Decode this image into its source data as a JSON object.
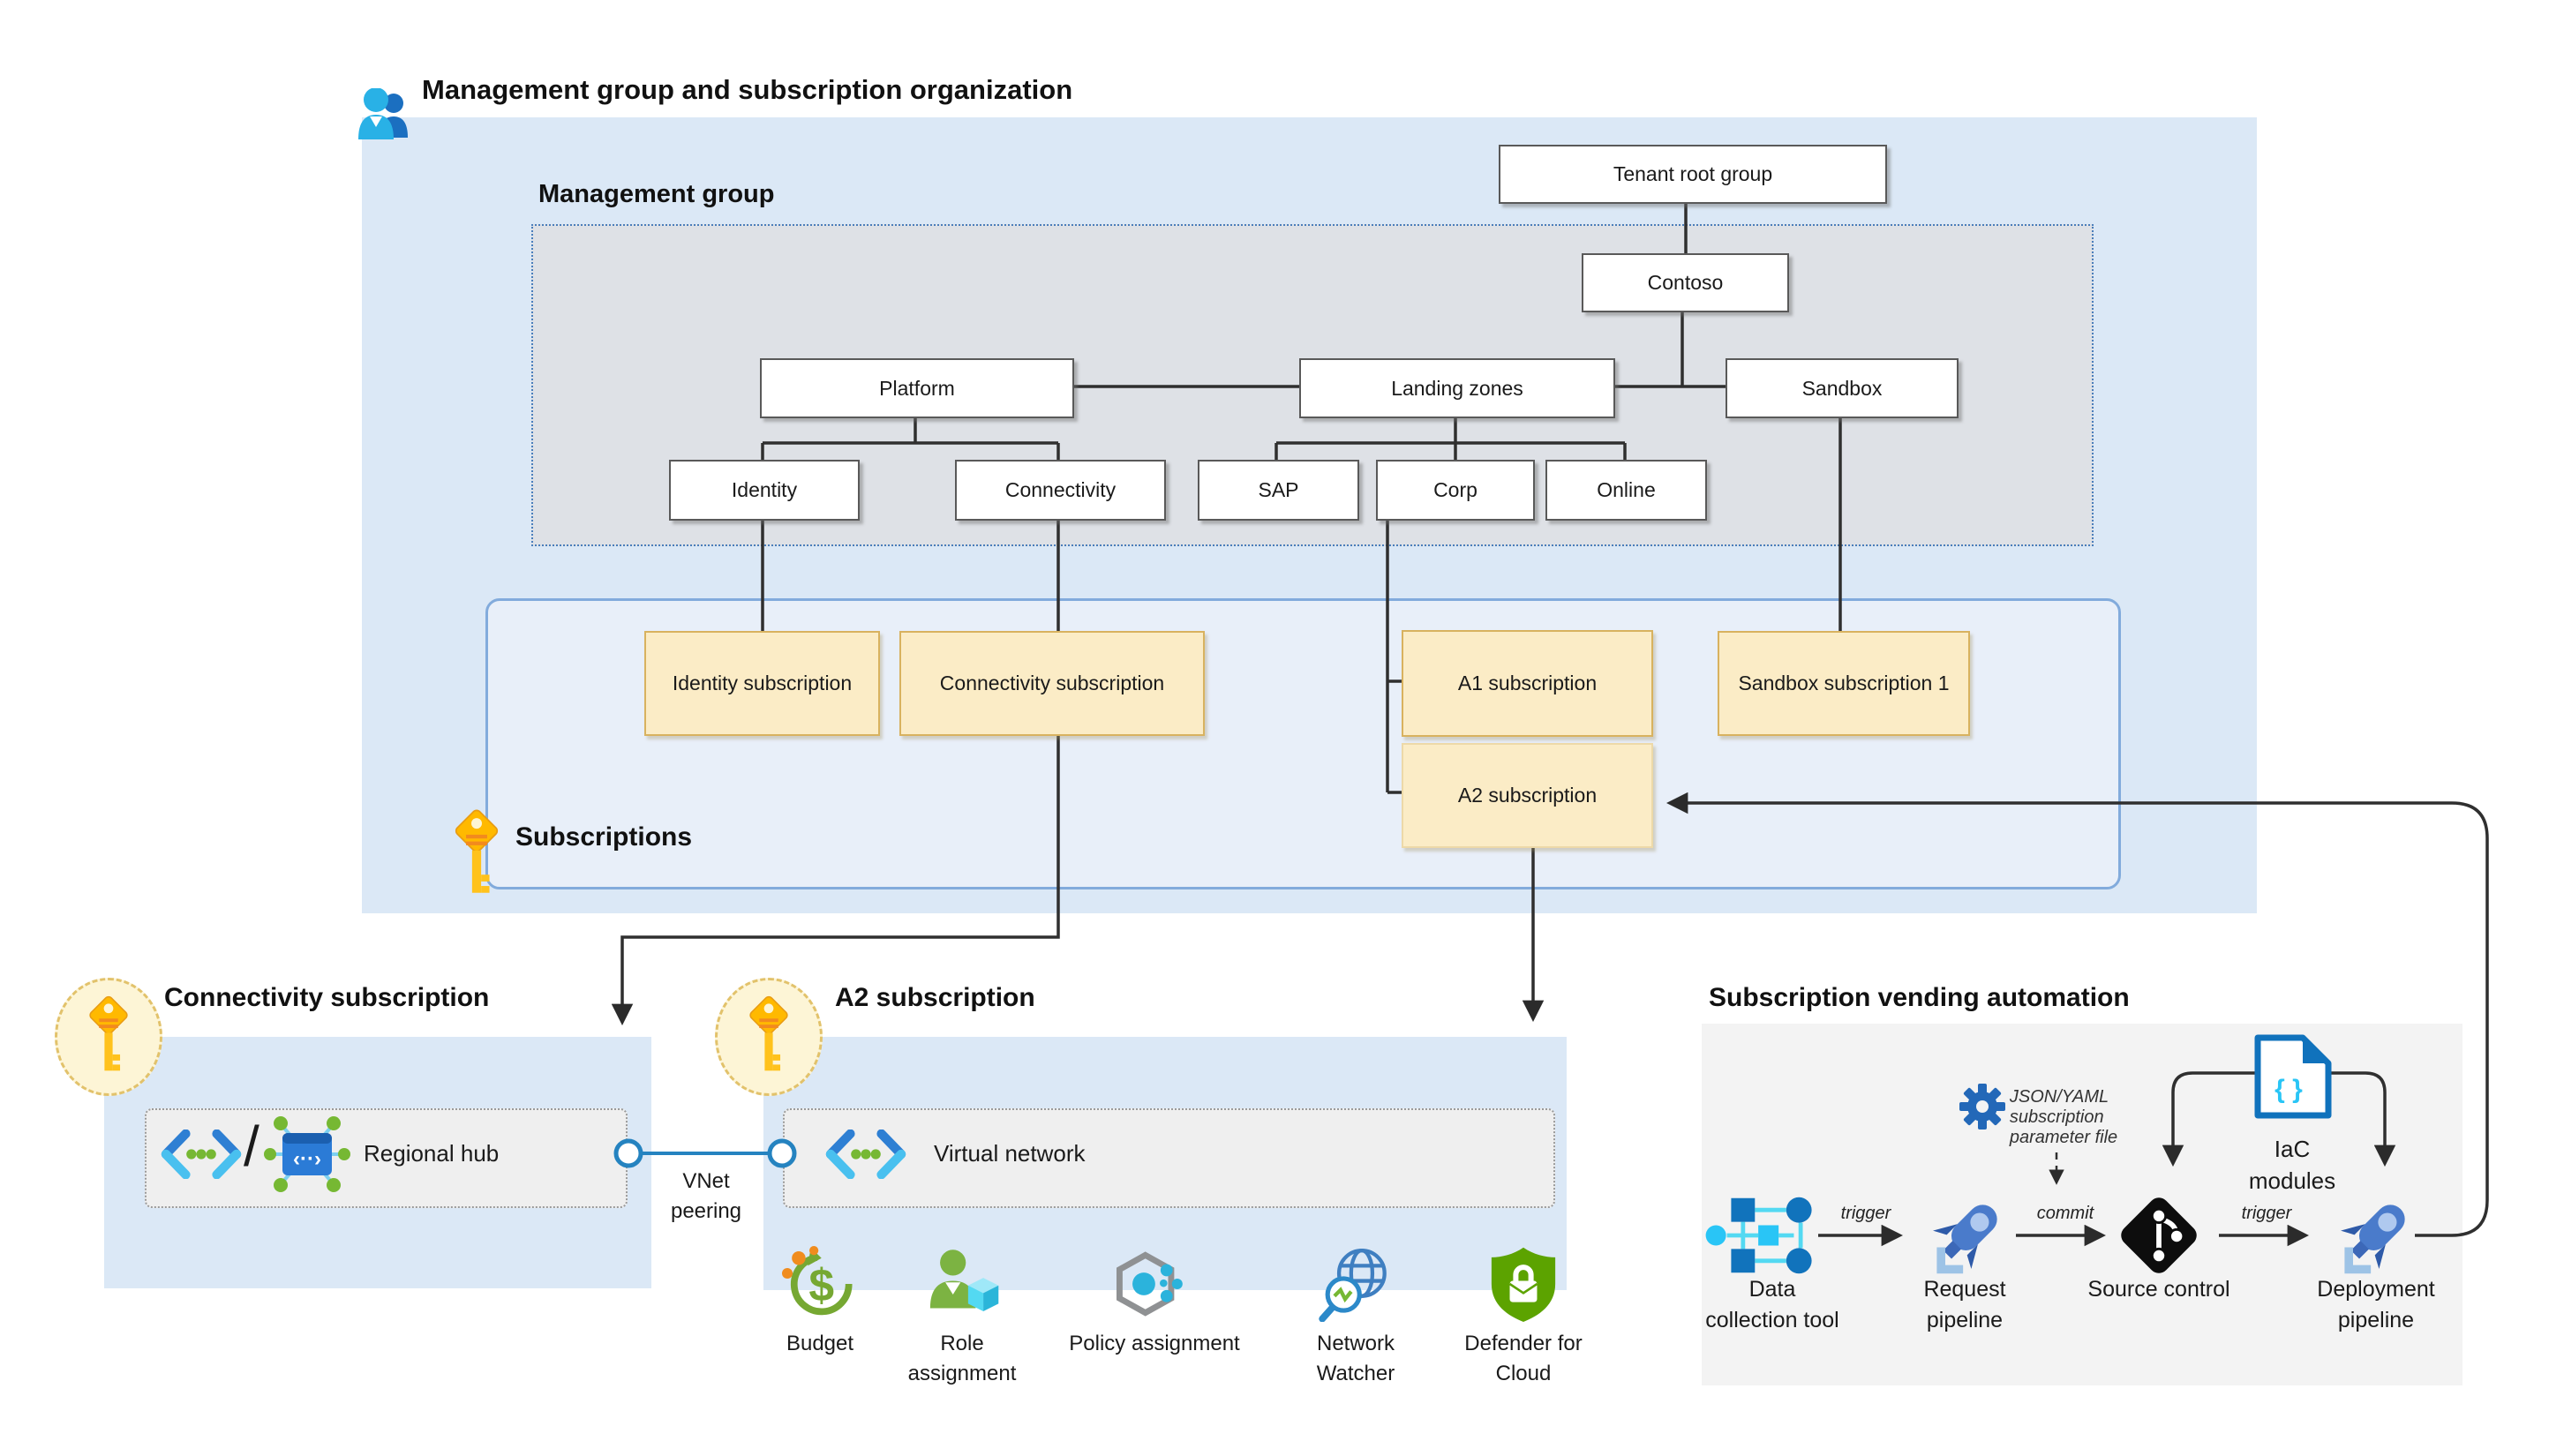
{
  "org": {
    "title": "Management group and subscription organization",
    "mgmt_title": "Management group"
  },
  "nodes": {
    "tenant_root": "Tenant root group",
    "contoso": "Contoso",
    "platform": "Platform",
    "landing_zones": "Landing zones",
    "sandbox": "Sandbox",
    "identity": "Identity",
    "connectivity": "Connectivity",
    "sap": "SAP",
    "corp": "Corp",
    "online": "Online"
  },
  "subs": {
    "label": "Subscriptions",
    "identity": "Identity subscription",
    "connectivity": "Connectivity subscription",
    "a1": "A1 subscription",
    "a2": "A2 subscription",
    "sandbox1": "Sandbox subscription 1"
  },
  "conn_section": {
    "title": "Connectivity subscription",
    "separator": "/",
    "regional_hub": "Regional hub",
    "hub_glyph": "‹··›",
    "peering_line1": "VNet",
    "peering_line2": "peering"
  },
  "a2_section": {
    "title": "A2 subscription",
    "virtual_network": "Virtual network",
    "services": [
      {
        "line1": "Budget",
        "line2": ""
      },
      {
        "line1": "Role",
        "line2": "assignment"
      },
      {
        "line1": "Policy assignment",
        "line2": ""
      },
      {
        "line1": "Network",
        "line2": "Watcher"
      },
      {
        "line1": "Defender for",
        "line2": "Cloud"
      }
    ]
  },
  "vending": {
    "title": "Subscription vending automation",
    "param_file_line1": "JSON/YAML",
    "param_file_line2": "subscription",
    "param_file_line3": "parameter file",
    "iac_line1": "IaC",
    "iac_line2": "modules",
    "iac_glyph": "{ }",
    "arrow_label_1": "trigger",
    "arrow_label_2": "commit",
    "arrow_label_3": "trigger",
    "steps": [
      {
        "line1": "Data",
        "line2": "collection tool"
      },
      {
        "line1": "Request",
        "line2": "pipeline"
      },
      {
        "line1": "Source control",
        "line2": ""
      },
      {
        "line1": "Deployment",
        "line2": "pipeline"
      }
    ]
  },
  "colors": {
    "panel_blue": "#DBE8F6",
    "mgmt_grey": "#DEE1E6",
    "subs_fill": "#E8EFF9",
    "subs_border": "#82ABDC",
    "tan_fill": "#FBECC6",
    "tan_border": "#D8B25F",
    "line_dark": "#2F2F2F",
    "peering_blue": "#2583C0",
    "key_gold": "#FFB900",
    "vending_grey": "#F3F3F3",
    "azure_blue": "#1072BC",
    "green": "#76B833"
  }
}
